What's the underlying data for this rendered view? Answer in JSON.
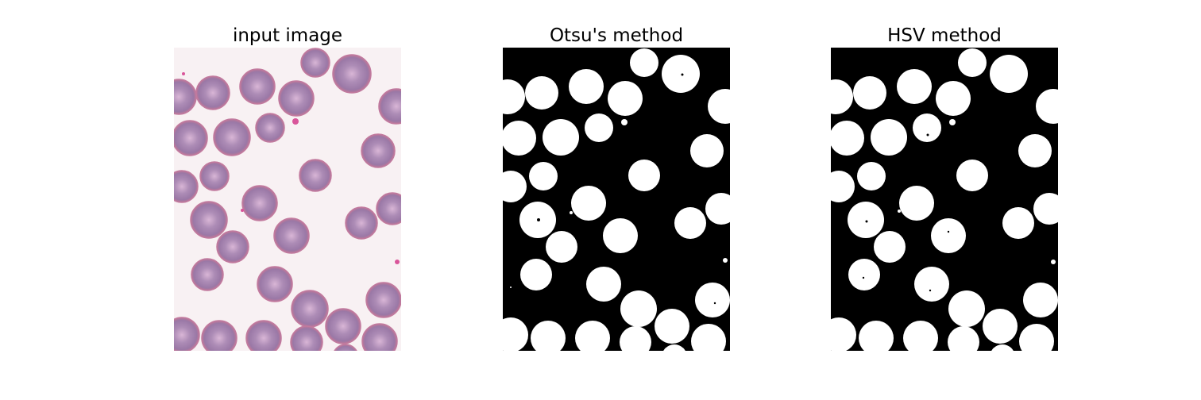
{
  "panels": [
    {
      "title": "input image",
      "kind": "photo",
      "background": "#f8f1f3",
      "cell_fill": "#a883ad",
      "cell_rim": "#c27a9e"
    },
    {
      "title": "Otsu's method",
      "kind": "mask",
      "background": "#000000",
      "cell_fill": "#ffffff"
    },
    {
      "title": "HSV method",
      "kind": "mask",
      "background": "#000000",
      "cell_fill": "#ffffff"
    }
  ]
}
